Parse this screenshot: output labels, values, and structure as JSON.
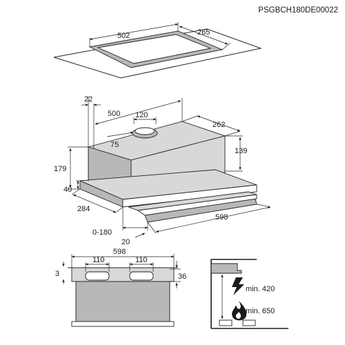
{
  "model_code": "PSGBCH180DE00022",
  "cutout": {
    "length": "502",
    "depth": "265"
  },
  "hood": {
    "width": "500",
    "top_offset": "22",
    "outlet_width": "120",
    "outlet_diameter": "75",
    "body_depth": "262",
    "body_height": "139",
    "total_height": "179",
    "front_height": "40",
    "front_depth": "284",
    "extension": "0-180",
    "visor_thickness": "20",
    "visor_width": "598"
  },
  "front_view": {
    "width": "598",
    "vent_left": "110",
    "vent_right": "110",
    "left_dim": "3",
    "right_dim": "36"
  },
  "clearance": {
    "electric": "min. 420",
    "gas": "min. 650"
  }
}
